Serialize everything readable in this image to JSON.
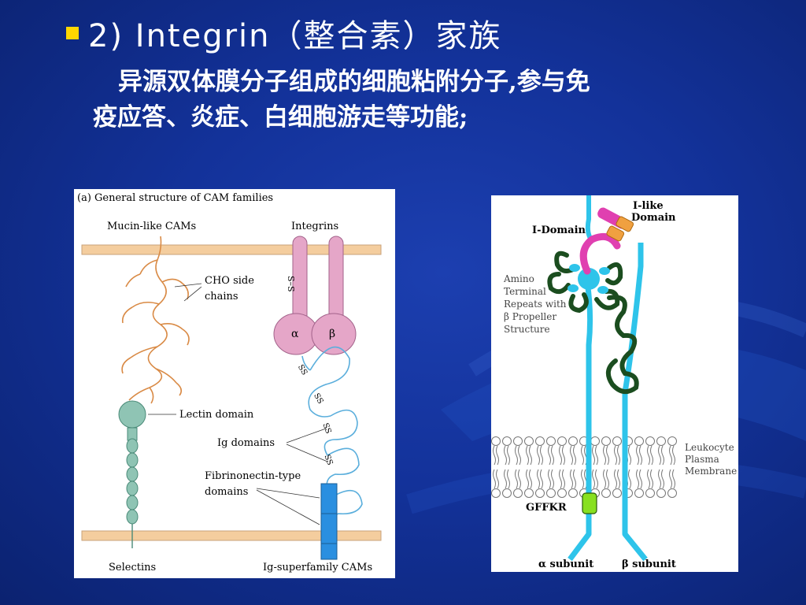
{
  "slide": {
    "title": "2) Integrin（整合素）家族",
    "desc_line1": "异源双体膜分子组成的细胞粘附分子,参与免",
    "desc_line2": "疫应答、炎症、白细胞游走等功能;"
  },
  "colors": {
    "bullet": "#ffd700",
    "membrane": "#f4cd9e",
    "integrin_pink": "#e5a6c8",
    "lectin_teal": "#8fc4b4",
    "ig_blue": "#5aaedc",
    "fibro_blue": "#2a8fe0",
    "subunit_cyan": "#2ec4ea",
    "propeller_green": "#1b4d1f",
    "i_domain_magenta": "#e040b0",
    "i_like_orange": "#f0a040",
    "gffkr_green": "#88e020"
  },
  "left_figure": {
    "heading": "(a) General structure of CAM families",
    "mucin": "Mucin-like CAMs",
    "integrins": "Integrins",
    "cho_line1": "CHO side",
    "cho_line2": "chains",
    "ss_label": "S–S",
    "alpha": "α",
    "beta": "β",
    "ss": "SS",
    "lectin": "Lectin domain",
    "ig": "Ig domains",
    "fibro_line1": "Fibrinonectin-type",
    "fibro_line2": "domains",
    "selectins": "Selectins",
    "igsf": "Ig-superfamily CAMs"
  },
  "right_figure": {
    "i_like_line1": "I-like",
    "i_like_line2": "Domain",
    "i_domain": "I-Domain",
    "amino_lines": [
      "Amino",
      "Terminal",
      "Repeats with",
      "β Propeller",
      "Structure"
    ],
    "leuko_lines": [
      "Leukocyte",
      "Plasma",
      "Membrane"
    ],
    "gffkr": "GFFKR",
    "alpha_subunit": "α subunit",
    "beta_subunit": "β subunit"
  }
}
